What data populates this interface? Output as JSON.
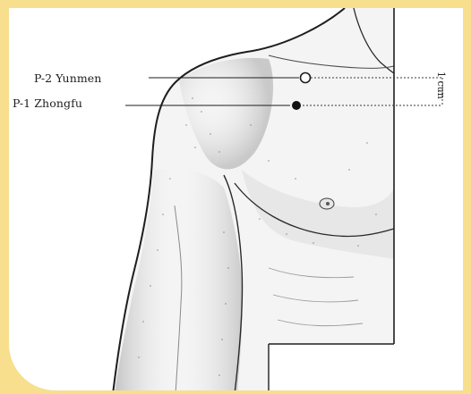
{
  "points": {
    "p2": {
      "label": "P-2 Yunmen",
      "marker": "hollow-circle"
    },
    "p1": {
      "label": "P-1 Zhongfu",
      "marker": "filled-circle"
    }
  },
  "measurement": {
    "label": "1 cun"
  },
  "colors": {
    "frame": "#f7df8e",
    "background": "#ffffff",
    "ink": "#1e1e1e"
  }
}
